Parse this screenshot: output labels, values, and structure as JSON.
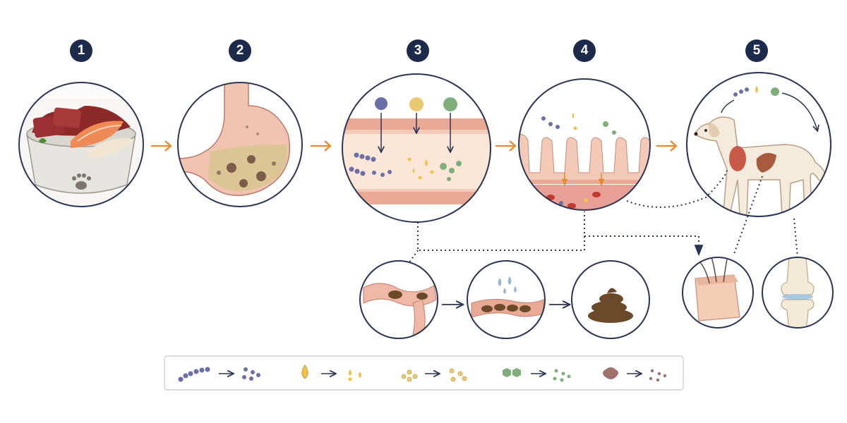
{
  "steps": [
    {
      "number": "1",
      "name": "food-bowl"
    },
    {
      "number": "2",
      "name": "stomach"
    },
    {
      "number": "3",
      "name": "small-intestine"
    },
    {
      "number": "4",
      "name": "absorption"
    },
    {
      "number": "5",
      "name": "dog-body"
    }
  ],
  "colors": {
    "badge": "#1e2a4a",
    "orange_arrow": "#e8892b",
    "navy_line": "#2a3556",
    "tissue": "#f3c9b8",
    "blood": "#c03a32",
    "protein": "#6a6fa8",
    "fat": "#f0c24a",
    "carb": "#e8c870",
    "vitamin": "#7fae7a",
    "mineral": "#a0706a",
    "stool": "#6b4a2a"
  },
  "legend": [
    {
      "from": "protein-chain-icon",
      "to": "amino-acids-icon"
    },
    {
      "from": "fat-drop-icon",
      "to": "fatty-acids-icon"
    },
    {
      "from": "carbohydrate-icon",
      "to": "glucose-icon"
    },
    {
      "from": "vitamin-icon",
      "to": "vitamin-molecules-icon"
    },
    {
      "from": "mineral-icon",
      "to": "mineral-ions-icon"
    }
  ]
}
